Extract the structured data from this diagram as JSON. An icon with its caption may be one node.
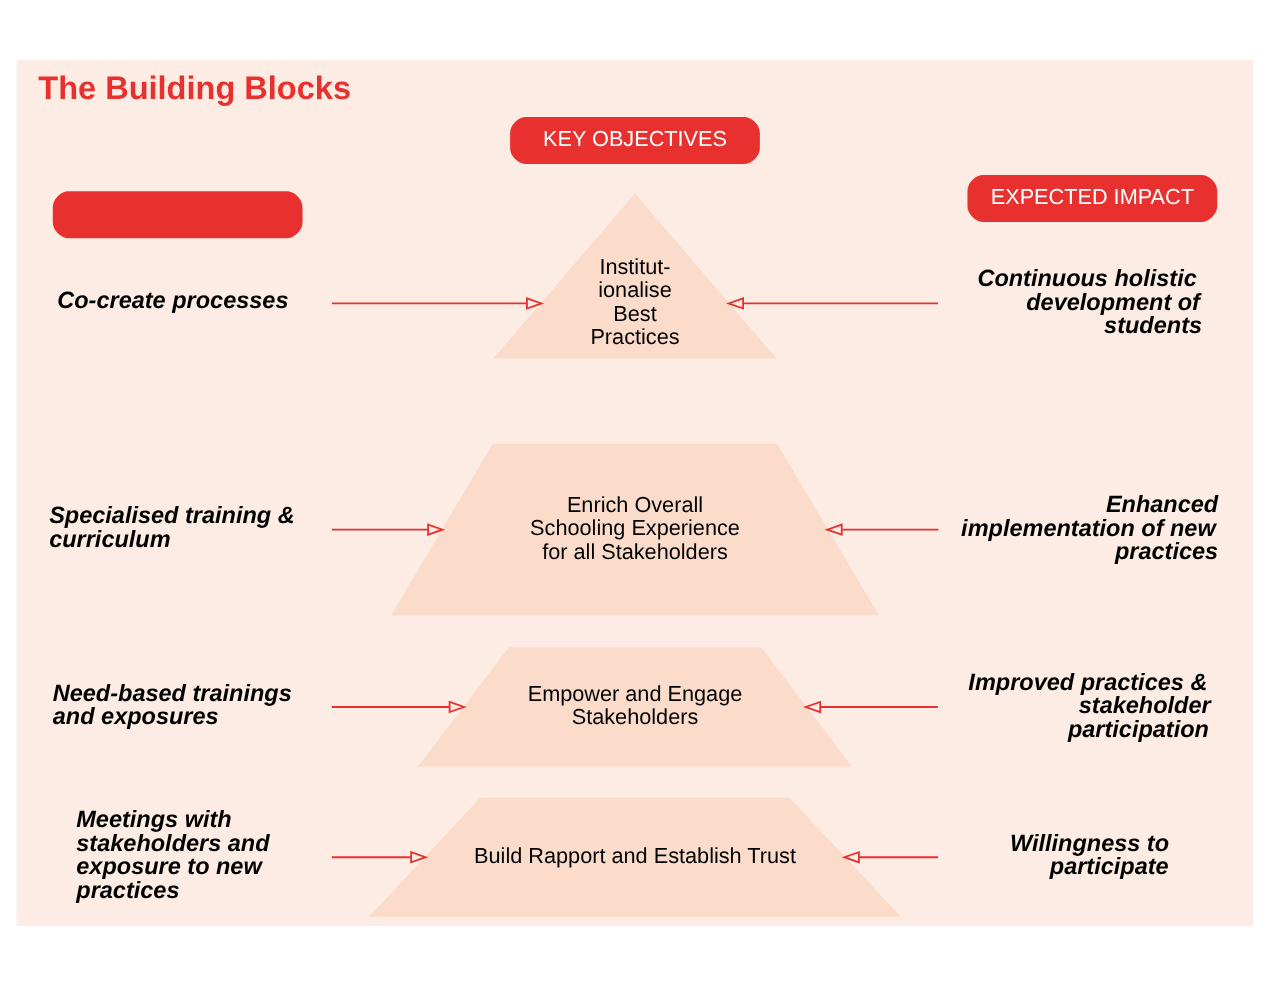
{
  "diagram": {
    "title": "The Building Blocks",
    "nodes": [
      {
        "text": [],
        "shape": "box"
      },
      {
        "text": [
          "KEY OBJECTIVES"
        ]
      },
      {
        "text": [
          "EXPECTED IMPACT"
        ]
      },
      {
        "text": [
          "Co-create processes"
        ]
      },
      {
        "text": [
          "Institut- ionalise Best Practices"
        ]
      },
      {
        "text": [
          "Continuous holistic development of students"
        ]
      },
      {
        "text": [
          "Specialised training & curriculum"
        ]
      },
      {
        "text": [
          "Enrich Overall Schooling Experience for all Stakeholders"
        ]
      },
      {
        "text": [
          "Enhanced implementation of new practices"
        ]
      },
      {
        "text": [
          "Need-based trainings and exposures"
        ]
      },
      {
        "text": [
          "Empower and Engage Stakeholders"
        ]
      },
      {
        "text": [
          "Improved practices & stakeholder participation"
        ]
      },
      {
        "text": [
          "Meetings with stakeholders and exposure to new practices"
        ]
      },
      {
        "text": [
          "Build Rapport and Establish Trust"
        ]
      },
      {
        "text": [
          "Willingness to participate"
        ]
      }
    ],
    "edges": [
      {
        "from": 3,
        "to": 4,
        "arrow": "to"
      },
      {
        "from": 5,
        "to": 4,
        "arrow": "to"
      },
      {
        "from": 6,
        "to": 7,
        "arrow": "to"
      },
      {
        "from": 8,
        "to": 7,
        "arrow": "to"
      },
      {
        "from": 9,
        "to": 10,
        "arrow": "to"
      },
      {
        "from": 11,
        "to": 10,
        "arrow": "to"
      },
      {
        "from": 12,
        "to": 13,
        "arrow": "to"
      },
      {
        "from": 14,
        "to": 13,
        "arrow": "to"
      }
    ]
  }
}
